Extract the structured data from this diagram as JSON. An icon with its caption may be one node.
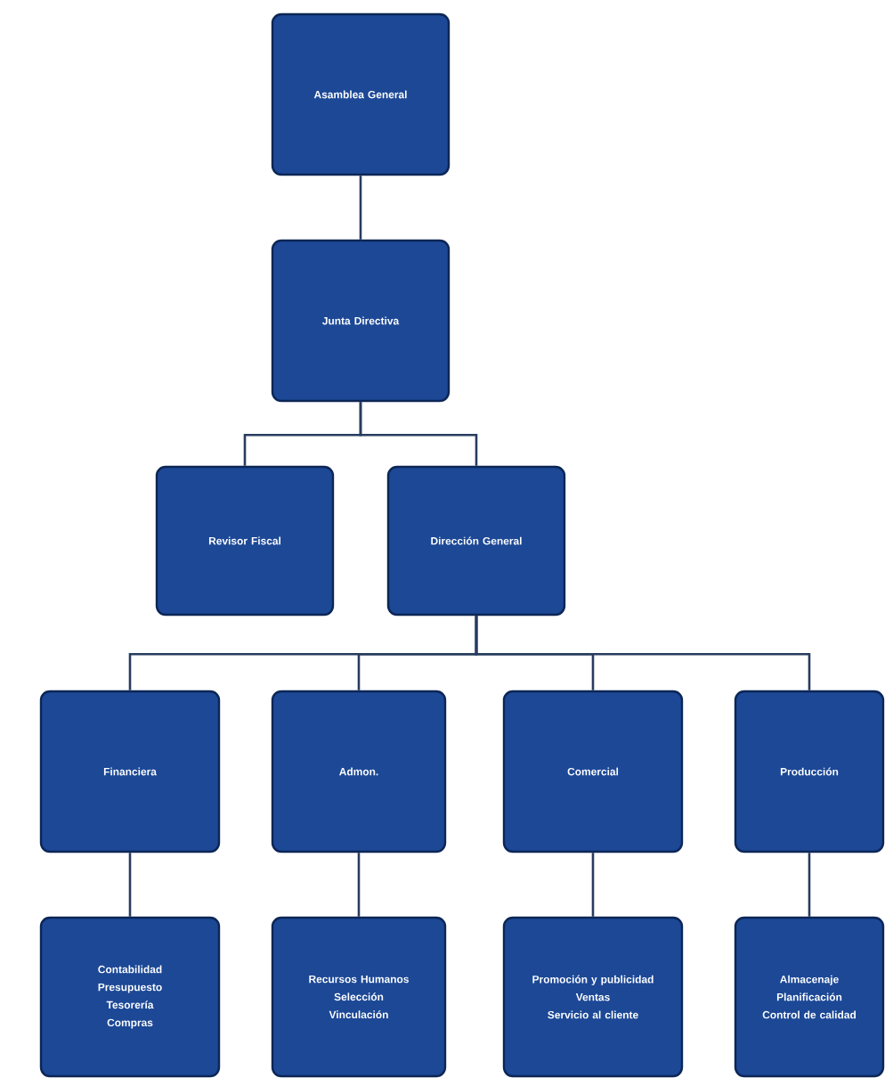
{
  "diagram": {
    "nodes": [
      {
        "text": [
          "Asamblea General"
        ]
      },
      {
        "text": [
          "Junta Directiva"
        ]
      },
      {
        "text": [
          "Revisor Fiscal"
        ]
      },
      {
        "text": [
          "Dirección General"
        ]
      },
      {
        "text": [
          "Financiera"
        ]
      },
      {
        "text": [
          "Admon."
        ]
      },
      {
        "text": [
          "Comercial"
        ]
      },
      {
        "text": [
          "Producción"
        ]
      },
      {
        "text": [
          "Contabilidad",
          "Presupuesto",
          "Tesorería",
          "Compras"
        ]
      },
      {
        "text": [
          "Recursos Humanos",
          "Selección",
          "Vinculación"
        ]
      },
      {
        "text": [
          "Promoción y publicidad",
          "Ventas",
          "Servicio al cliente"
        ]
      },
      {
        "text": [
          "Almacenaje",
          "Planificación",
          "Control de calidad"
        ]
      }
    ],
    "edges": [
      {
        "from": 0,
        "to": 1,
        "arrow": "none"
      },
      {
        "from": 1,
        "to": 2,
        "arrow": "none"
      },
      {
        "from": 1,
        "to": 3,
        "arrow": "none"
      },
      {
        "from": 3,
        "to": 4,
        "arrow": "none"
      },
      {
        "from": 3,
        "to": 5,
        "arrow": "none"
      },
      {
        "from": 3,
        "to": 6,
        "arrow": "none"
      },
      {
        "from": 3,
        "to": 7,
        "arrow": "none"
      },
      {
        "from": 4,
        "to": 8,
        "arrow": "none"
      },
      {
        "from": 5,
        "to": 9,
        "arrow": "none"
      },
      {
        "from": 6,
        "to": 10,
        "arrow": "none"
      },
      {
        "from": 7,
        "to": 11,
        "arrow": "none"
      }
    ]
  }
}
